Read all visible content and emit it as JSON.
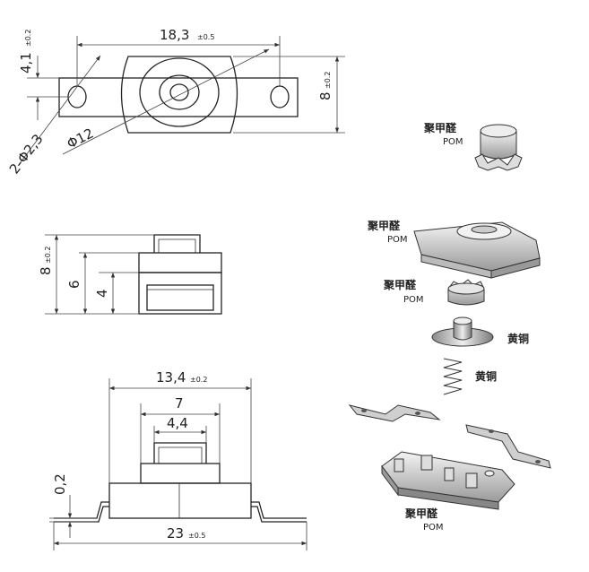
{
  "dimensions": {
    "top_width": "18,3",
    "top_width_tol": "±0.5",
    "top_offset": "4,1",
    "top_offset_tol": "±0.2",
    "top_height": "8",
    "top_height_tol": "±0.2",
    "hole_diameter": "2-Φ2,3",
    "center_diameter": "Φ12",
    "side_height": "8",
    "side_height_tol": "±0.2",
    "side_mid": "6",
    "side_low": "4",
    "front_width": "13,4",
    "front_width_tol": "±0.2",
    "front_mid": "7",
    "front_inner": "4,4",
    "front_thickness": "0,2",
    "front_total": "23",
    "front_total_tol": "±0.5"
  },
  "parts": [
    {
      "material": "聚甲醛",
      "code": "POM"
    },
    {
      "material": "聚甲醛",
      "code": "POM"
    },
    {
      "material": "聚甲醛",
      "code": "POM"
    },
    {
      "material": "黄铜",
      "code": ""
    },
    {
      "material": "黄铜",
      "code": ""
    },
    {
      "material": "聚甲醛",
      "code": "POM"
    }
  ]
}
